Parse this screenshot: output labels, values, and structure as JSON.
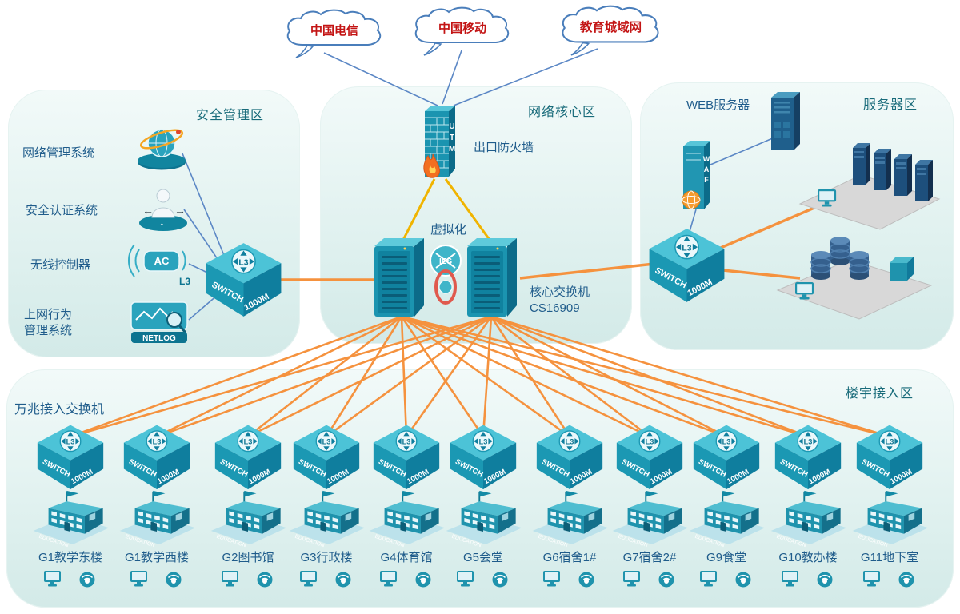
{
  "clouds": [
    {
      "label": "中国电信"
    },
    {
      "label": "中国移动"
    },
    {
      "label": "教育城域网"
    }
  ],
  "zones": {
    "security": {
      "title": "安全管理区",
      "systems": [
        {
          "label": "网络管理系统"
        },
        {
          "label": "安全认证系统"
        },
        {
          "label": "无线控制器"
        },
        {
          "label": "上网行为\n管理系统"
        }
      ]
    },
    "core": {
      "title": "网络核心区",
      "firewall_label": "出口防火墙",
      "virtualization": "虚拟化",
      "core_switch_label": "核心交换机\nCS16909"
    },
    "server": {
      "title": "服务器区",
      "web_server": "WEB服务器"
    },
    "access": {
      "title": "楼宇接入区",
      "switch_note": "万兆接入交换机",
      "buildings": [
        "G1教学东楼",
        "G1教学西楼",
        "G2图书馆",
        "G3行政楼",
        "G4体育馆",
        "G5会堂",
        "G6宿舍1#",
        "G7宿舍2#",
        "G9食堂",
        "G10教办楼",
        "G11地下室"
      ]
    }
  },
  "switch_labels": {
    "l3": "L3",
    "switch": "SWITCH",
    "speed": "1000M"
  },
  "device_texts": {
    "utm": "UTM",
    "waf": "WAF",
    "cluster": "IES",
    "ac": "AC",
    "ac_sub": "L3",
    "netlog": "NETLOG",
    "building_base": "EDUCATION"
  },
  "colors": {
    "teal": "#2aa3bd",
    "orange": "#f5923e",
    "yellow": "#f0b400",
    "blue_line": "#5b87c5",
    "cloud_text": "#c31414",
    "label_blue": "#1f5c8b",
    "zone_title": "#186b7a"
  }
}
